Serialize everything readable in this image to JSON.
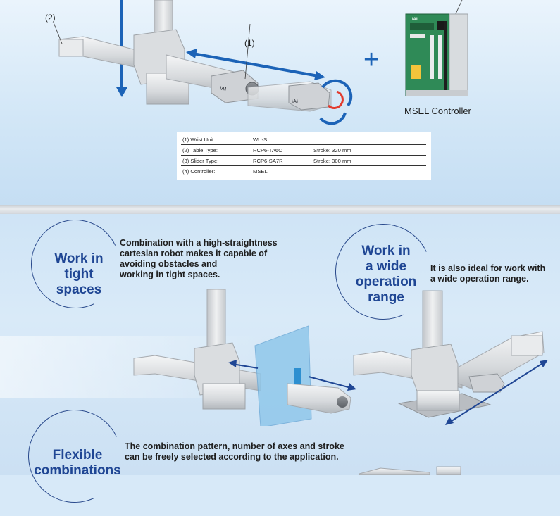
{
  "top": {
    "callouts": {
      "c1": "(1)",
      "c2": "(2)"
    },
    "plus_sign": "+",
    "controller_caption": "MSEL Controller",
    "controller_brand": "IAI",
    "wrist_brand": "IAI",
    "specs": [
      {
        "label": "(1) Wrist Unit:",
        "model": "WU-S",
        "stroke": ""
      },
      {
        "label": "(2) Table Type:",
        "model": "RCP6-TA6C",
        "stroke": "Stroke: 320 mm"
      },
      {
        "label": "(3) Slider Type:",
        "model": "RCP6-SA7R",
        "stroke": "Stroke: 300 mm"
      },
      {
        "label": "(4) Controller:",
        "model": "MSEL",
        "stroke": ""
      }
    ]
  },
  "features": {
    "tight": {
      "title": [
        "Work in",
        "tight",
        "spaces"
      ],
      "desc": [
        "Combination with a high-straightness",
        "cartesian robot makes it capable of",
        "avoiding obstacles and",
        "working in tight spaces."
      ]
    },
    "wide": {
      "title": [
        "Work in",
        "a wide",
        "operation",
        "range"
      ],
      "desc": [
        "It is also ideal for work with",
        "a wide operation range."
      ]
    },
    "flexible": {
      "title": [
        "Flexible",
        "combinations"
      ],
      "desc": [
        "The combination pattern, number of axes and stroke",
        "can be freely selected according to the application."
      ]
    }
  },
  "colors": {
    "accent_blue": "#1f4694",
    "arrow_blue": "#1c63b7",
    "rotation_red": "#e23b2e",
    "controller_green": "#2f8a57"
  }
}
